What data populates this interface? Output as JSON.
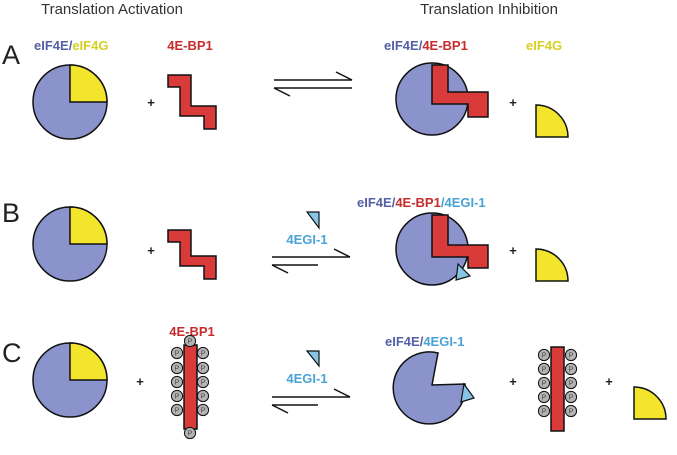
{
  "headers": {
    "left": "Translation Activation",
    "right": "Translation Inhibition"
  },
  "panels": {
    "a": {
      "letter": "A",
      "left_label": "4E-BP1",
      "right_label_1": "eIF4E",
      "right_sep_1": "/",
      "right_label_2": "4E-BP1",
      "right_label_3": "eIF4G",
      "complex_label_1": "eIF4E",
      "complex_sep": "/",
      "complex_label_2": "eIF4G"
    },
    "b": {
      "letter": "B",
      "arrow_label": "4EGI-1",
      "right_label_1": "eIF4E",
      "right_sep_1": "/",
      "right_label_2": "4E-BP1",
      "right_sep_2": "/",
      "right_label_3": "4EGI-1"
    },
    "c": {
      "letter": "C",
      "left_label": "4E-BP1",
      "arrow_label": "4EGI-1",
      "right_label_1": "eIF4E",
      "right_sep_1": "/",
      "right_label_2": "4EGI-1",
      "phospho": "P"
    }
  },
  "plus_sign": "+",
  "colors": {
    "eIF4E": "#8b93cc",
    "eIF4G": "#f2e52c",
    "4E-BP1": "#d93a3a",
    "4EGI-1": "#86c5e6",
    "eIF4E_text": "#5560a6",
    "eIF4G_text": "#d7cf22",
    "4E-BP1_text": "#c62d2d",
    "4EGI-1_text": "#4aa3d6",
    "phospho": "#b3b3b3"
  }
}
